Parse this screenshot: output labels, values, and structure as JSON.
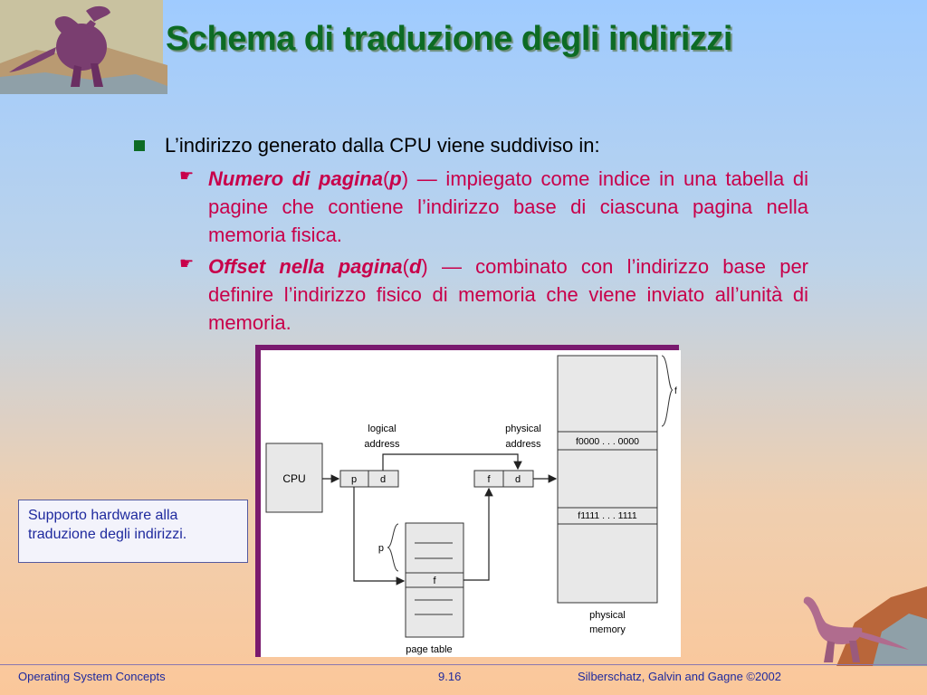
{
  "slide": {
    "title": "Schema di traduzione degli indirizzi",
    "bullet_main": "L’indirizzo generato dalla CPU viene suddiviso in:",
    "sub1_term": "Numero di pagina",
    "sub1_paren_open": "(",
    "sub1_var": "p",
    "sub1_paren_close": ")",
    "sub1_text": " — impiegato come indice in una tabella di pagine che contiene l’indirizzo base di ciascuna pagina nella memoria fisica.",
    "sub2_term": "Offset nella pagina",
    "sub2_paren_open": "(",
    "sub2_var": "d",
    "sub2_paren_close": ")",
    "sub2_text": " — combinato con l’indirizzo base per definire l’indirizzo fisico di memoria che viene inviato all’unità di memoria.",
    "caption": "Supporto hardware alla traduzione degli indirizzi."
  },
  "diagram": {
    "cpu": "CPU",
    "logical_address": [
      "logical",
      "address"
    ],
    "physical_address": [
      "physical",
      "address"
    ],
    "p": "p",
    "d": "d",
    "f": "f",
    "page_table_p": "p",
    "page_table_f": "f",
    "page_table_label": "page table",
    "mem_addr_start": "f0000 . . . 0000",
    "mem_addr_end": "f1111 . . . 1111",
    "mem_f": "f",
    "physical_memory": [
      "physical",
      "memory"
    ]
  },
  "footer": {
    "left": "Operating System Concepts",
    "center": "9.16",
    "right": "Silberschatz, Galvin and  Gagne ©2002"
  },
  "colors": {
    "title": "#0d6b24",
    "sub_bullet": "#c8004a",
    "frame": "#7a1a6e",
    "footer_text": "#1f2a9e"
  }
}
